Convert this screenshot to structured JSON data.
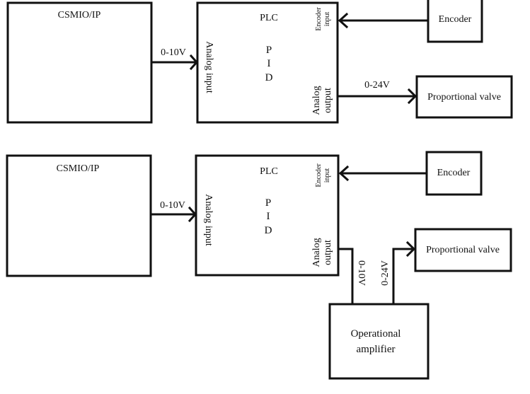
{
  "diagrams": [
    {
      "id": "direct",
      "blocks": {
        "csmio": "CSMIO/IP",
        "plc": "PLC",
        "pid": [
          "P",
          "I",
          "D"
        ],
        "analog_input": "Analog input",
        "encoder_input": [
          "Encoder",
          "input"
        ],
        "analog_output": [
          "Analog",
          "output"
        ],
        "encoder": "Encoder",
        "valve": "Proportional valve"
      },
      "signals": {
        "csmio_to_plc": "0-10V",
        "plc_to_valve": "0-24V"
      }
    },
    {
      "id": "amplified",
      "blocks": {
        "csmio": "CSMIO/IP",
        "plc": "PLC",
        "pid": [
          "P",
          "I",
          "D"
        ],
        "analog_input": "Analog input",
        "encoder_input": [
          "Encoder",
          "input"
        ],
        "analog_output": [
          "Analog",
          "output"
        ],
        "encoder": "Encoder",
        "valve": "Proportional valve",
        "amplifier": [
          "Operational",
          "amplifier"
        ]
      },
      "signals": {
        "csmio_to_plc": "0-10V",
        "plc_to_amp": "0-10V",
        "amp_to_valve": "0-24V"
      }
    }
  ]
}
